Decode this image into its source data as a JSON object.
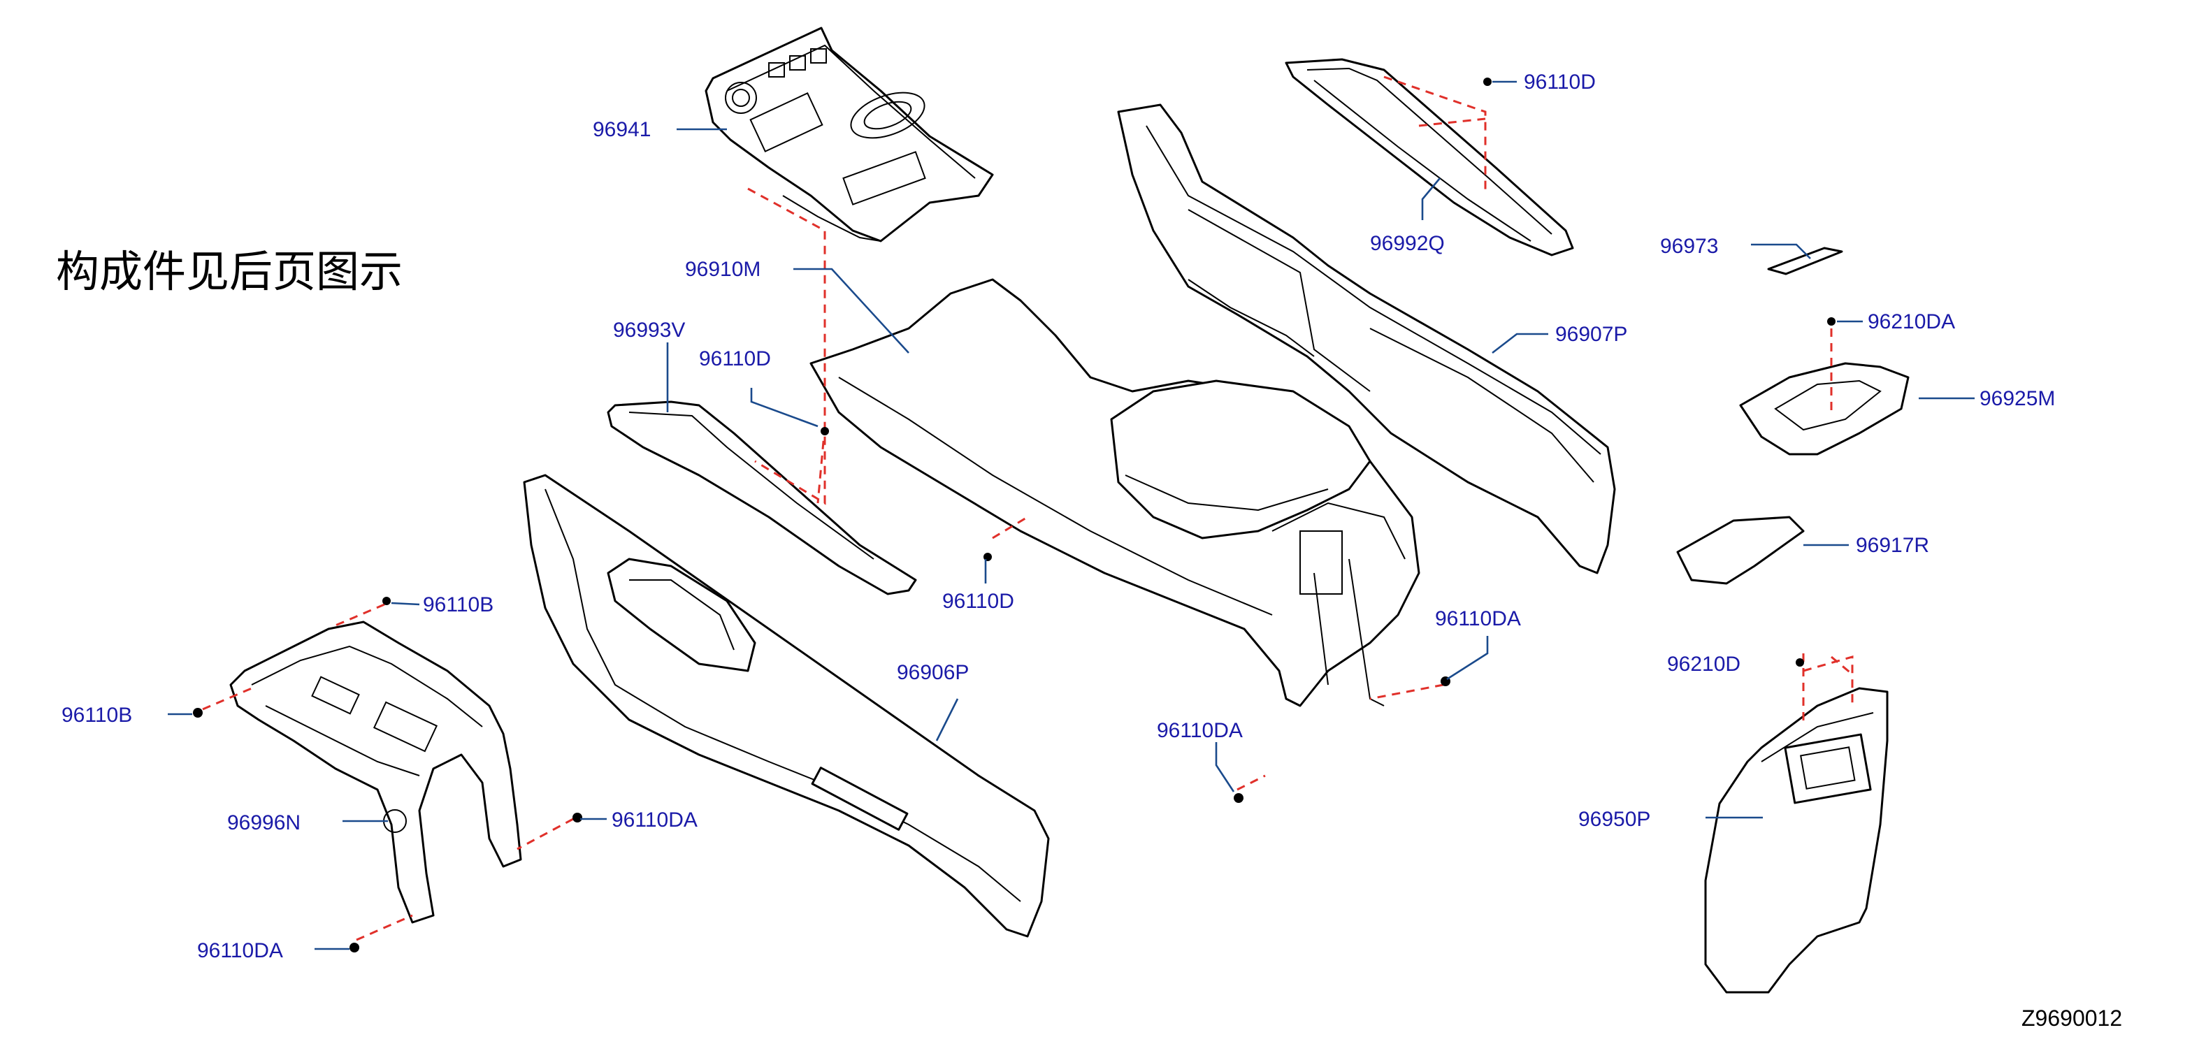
{
  "colors": {
    "label": "#1a1aa8",
    "leader": "#1a4a8c",
    "dashed": "#e0302a",
    "outline": "#000000"
  },
  "note": "构成件见后页图示",
  "reference": "Z9690012",
  "parts": [
    {
      "id": "p96941",
      "label": "96941"
    },
    {
      "id": "p96910M",
      "label": "96910M"
    },
    {
      "id": "p96993V",
      "label": "96993V"
    },
    {
      "id": "p96110D_a",
      "label": "96110D"
    },
    {
      "id": "p96110D_b",
      "label": "96110D"
    },
    {
      "id": "p96110D_c",
      "label": "96110D"
    },
    {
      "id": "p96992Q",
      "label": "96992Q"
    },
    {
      "id": "p96907P",
      "label": "96907P"
    },
    {
      "id": "p96973",
      "label": "96973"
    },
    {
      "id": "p96210DA",
      "label": "96210DA"
    },
    {
      "id": "p96925M",
      "label": "96925M"
    },
    {
      "id": "p96917R",
      "label": "96917R"
    },
    {
      "id": "p96210D",
      "label": "96210D"
    },
    {
      "id": "p96950P",
      "label": "96950P"
    },
    {
      "id": "p96110DA_a",
      "label": "96110DA"
    },
    {
      "id": "p96110DA_b",
      "label": "96110DA"
    },
    {
      "id": "p96110DA_c",
      "label": "96110DA"
    },
    {
      "id": "p96110DA_d",
      "label": "96110DA"
    },
    {
      "id": "p96906P",
      "label": "96906P"
    },
    {
      "id": "p96110B_a",
      "label": "96110B"
    },
    {
      "id": "p96110B_b",
      "label": "96110B"
    },
    {
      "id": "p96996N",
      "label": "96996N"
    }
  ]
}
